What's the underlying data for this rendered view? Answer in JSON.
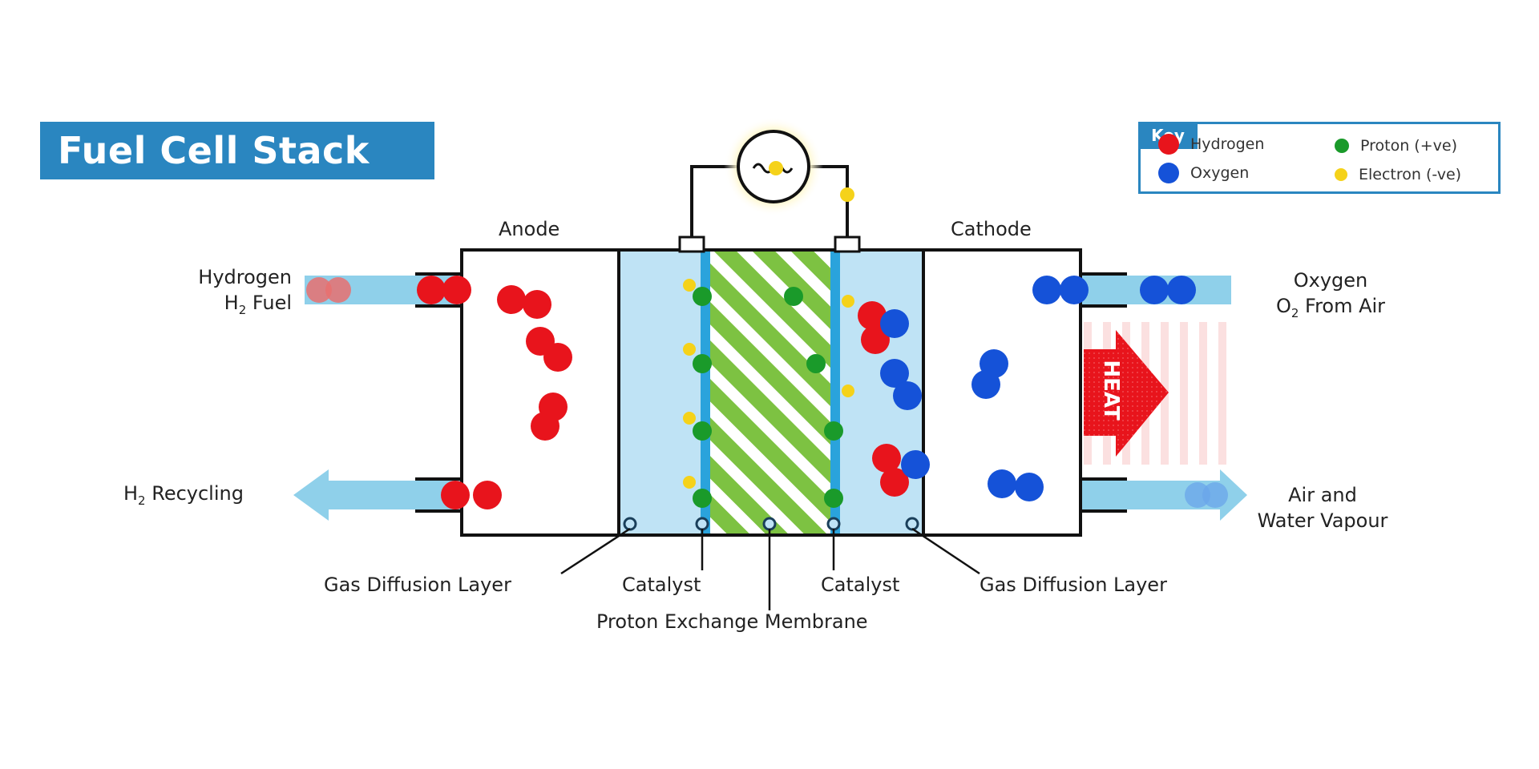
{
  "title": "Fuel Cell Stack",
  "key": {
    "tag": "Key",
    "items": [
      {
        "label": "Hydrogen",
        "color": "#e8141c",
        "icon": "hydrogen-dot"
      },
      {
        "label": "Proton (+ve)",
        "color": "#1a9a2a",
        "icon": "proton-dot"
      },
      {
        "label": "Oxygen",
        "color": "#1552d8",
        "icon": "oxygen-dot"
      },
      {
        "label": "Electron (-ve)",
        "color": "#f5d21a",
        "icon": "electron-dot"
      }
    ]
  },
  "labels": {
    "anode": "Anode",
    "cathode": "Cathode",
    "hydrogen_in_line1": "Hydrogen",
    "hydrogen_in_line2_prefix": "H",
    "hydrogen_in_line2_sub": "2",
    "hydrogen_in_line2_suffix": " Fuel",
    "recycling_prefix": "H",
    "recycling_sub": "2",
    "recycling_suffix": " Recycling",
    "oxygen_in_line1": "Oxygen",
    "oxygen_in_line2_prefix": "O",
    "oxygen_in_line2_sub": "2",
    "oxygen_in_line2_suffix": " From Air",
    "exhaust_line1": "Air and",
    "exhaust_line2": "Water Vapour",
    "heat": "HEAT",
    "gdl_left": "Gas Diffusion Layer",
    "catalyst_left": "Catalyst",
    "catalyst_right": "Catalyst",
    "gdl_right": "Gas Diffusion Layer",
    "membrane": "Proton Exchange Membrane"
  },
  "colors": {
    "title_bg": "#2a86c0",
    "arrow": "#8fd0ea",
    "gdl": "#bfe3f5",
    "catalyst": "#2aa3dc",
    "membrane_green": "#7dc242",
    "heat": "#e8141c",
    "bulb_glow": "#fff6b0"
  }
}
